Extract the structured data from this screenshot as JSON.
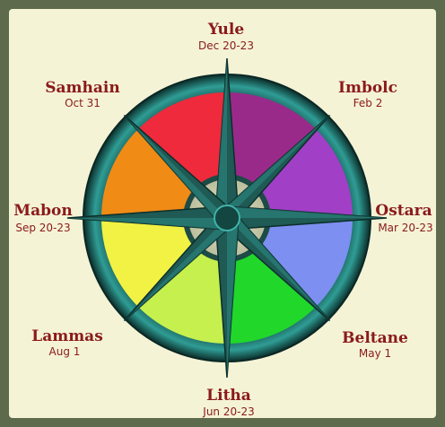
{
  "festivals": [
    {
      "name": "Yule",
      "date": "Dec 20-23"
    },
    {
      "name": "Imbolc",
      "date": "Feb 2"
    },
    {
      "name": "Ostara",
      "date": "Mar 20-23"
    },
    {
      "name": "Beltane",
      "date": "May 1"
    },
    {
      "name": "Litha",
      "date": "Jun 20-23"
    },
    {
      "name": "Lammas",
      "date": "Aug 1"
    },
    {
      "name": "Mabon",
      "date": "Sep 20-23"
    },
    {
      "name": "Samhain",
      "date": "Oct 31"
    }
  ],
  "colors": {
    "frame_outer": "#5e6a4c",
    "frame_inner": "#f4f3d6",
    "ring": "#1d4b46",
    "ring_glow": "#38b7ae",
    "label_text": "#8b1a1a",
    "hub": "#cfd1b3",
    "segments": [
      "#9a2a8a",
      "#a23fc7",
      "#7d8ff0",
      "#21d72a",
      "#c6f04d",
      "#f1f243",
      "#f08b16",
      "#ee2a3c"
    ]
  }
}
